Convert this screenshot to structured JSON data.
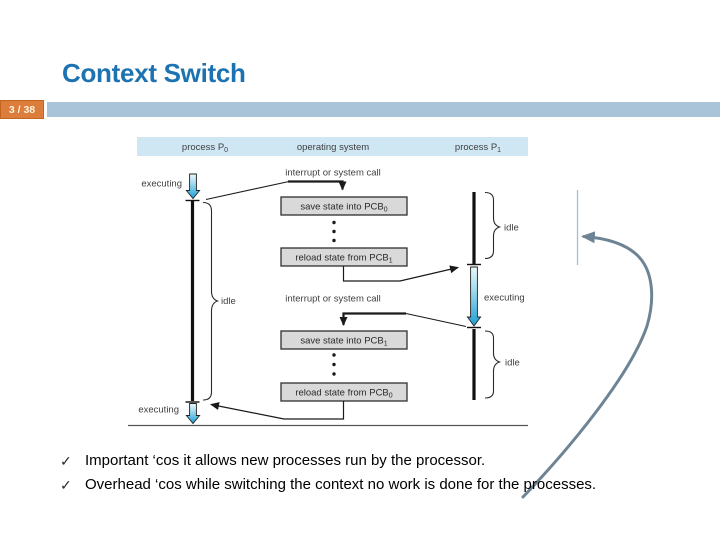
{
  "slide": {
    "title": "Context Switch",
    "page_indicator": "3 / 38"
  },
  "diagram": {
    "columns": [
      {
        "text": "process P",
        "sub": "0"
      },
      {
        "text": "operating system",
        "sub": ""
      },
      {
        "text": "process P",
        "sub": "1"
      }
    ],
    "interrupt_label_1": "interrupt or system call",
    "interrupt_label_2": "interrupt or system call",
    "boxes": [
      {
        "text": "save state into PCB",
        "sub": "0"
      },
      {
        "text": "reload state from PCB",
        "sub": "1"
      },
      {
        "text": "save state into PCB",
        "sub": "1"
      },
      {
        "text": "reload state from PCB",
        "sub": "0"
      }
    ],
    "labels": {
      "executing_p0_top": "executing",
      "idle_p0": "idle",
      "idle_p1_top": "idle",
      "executing_p1": "executing",
      "idle_p1_bottom": "idle",
      "executing_p0_bottom": "executing"
    }
  },
  "bullets": {
    "marker": "✓",
    "items": [
      "Important ‘cos it allows new processes run by the processor.",
      "Overhead ‘cos while switching the context no work is done for the processes."
    ]
  },
  "colors": {
    "title_blue": "#1d73b2",
    "bar_blue": "#a9c3d9",
    "badge_orange": "#dd7d3c",
    "figure_header_blue": "#cfe6f3",
    "box_gray": "#d9d9d9",
    "executing_arrow_blue": "#1c9fd4",
    "annotation_steel": "#6e8494"
  }
}
